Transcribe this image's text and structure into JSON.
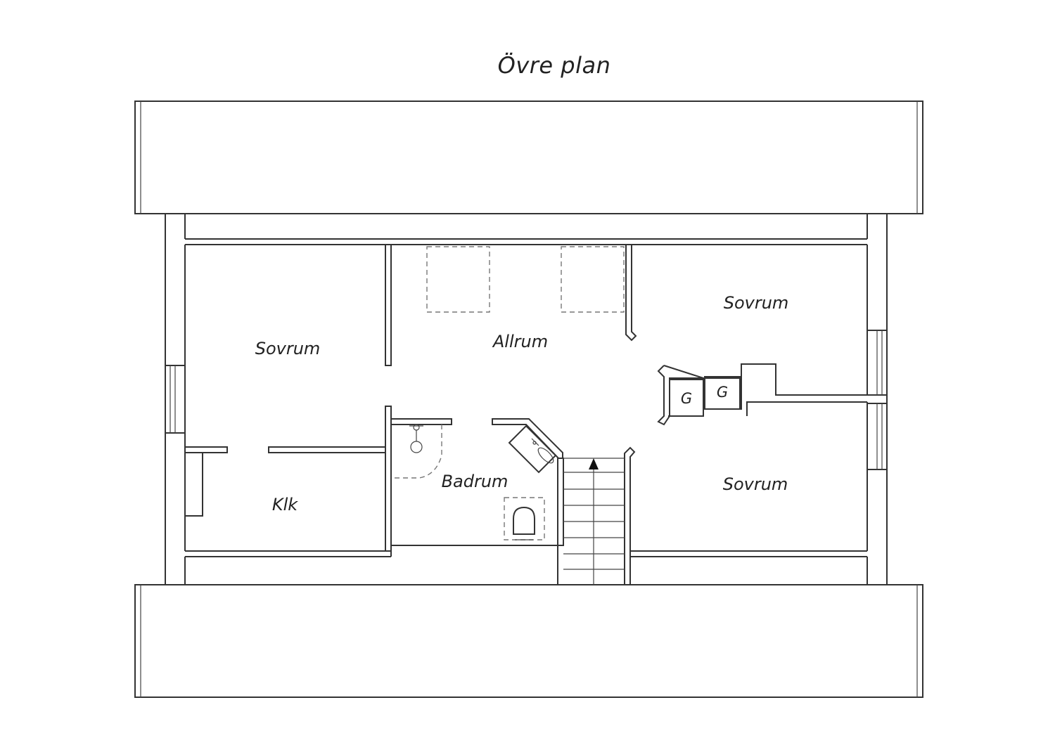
{
  "title": "Övre plan",
  "rooms": {
    "sovrum_left": "Sovrum",
    "allrum": "Allrum",
    "sovrum_top_right": "Sovrum",
    "sovrum_bottom_right": "Sovrum",
    "klk": "Klk",
    "badrum": "Badrum"
  },
  "fireplace": {
    "left": "G",
    "right": "G"
  }
}
